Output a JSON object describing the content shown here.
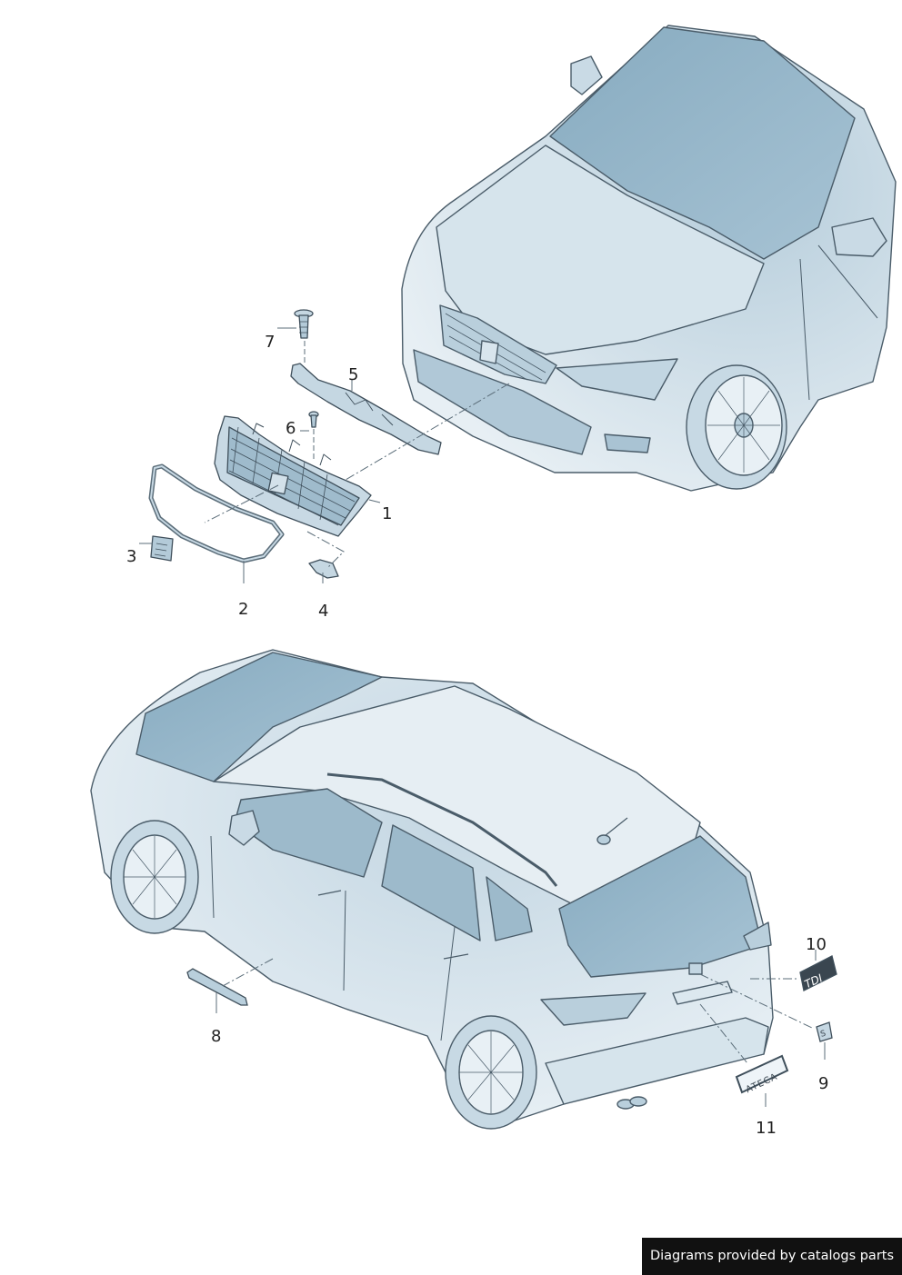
{
  "callouts": [
    {
      "id": "1",
      "label": "1"
    },
    {
      "id": "2",
      "label": "2"
    },
    {
      "id": "3",
      "label": "3"
    },
    {
      "id": "4",
      "label": "4"
    },
    {
      "id": "5",
      "label": "5"
    },
    {
      "id": "6",
      "label": "6"
    },
    {
      "id": "7",
      "label": "7"
    },
    {
      "id": "8",
      "label": "8"
    },
    {
      "id": "9",
      "label": "9"
    },
    {
      "id": "10",
      "label": "10"
    },
    {
      "id": "11",
      "label": "11"
    }
  ],
  "badges": {
    "tdi": "TDI",
    "ateca": "ATECA",
    "seat": "S"
  },
  "credit": "Diagrams provided by catalogs parts",
  "colors": {
    "shade": "#a9c3d3",
    "glass": "#8fb2c6",
    "line": "#4a5c69",
    "body": "#dfeaf1"
  }
}
